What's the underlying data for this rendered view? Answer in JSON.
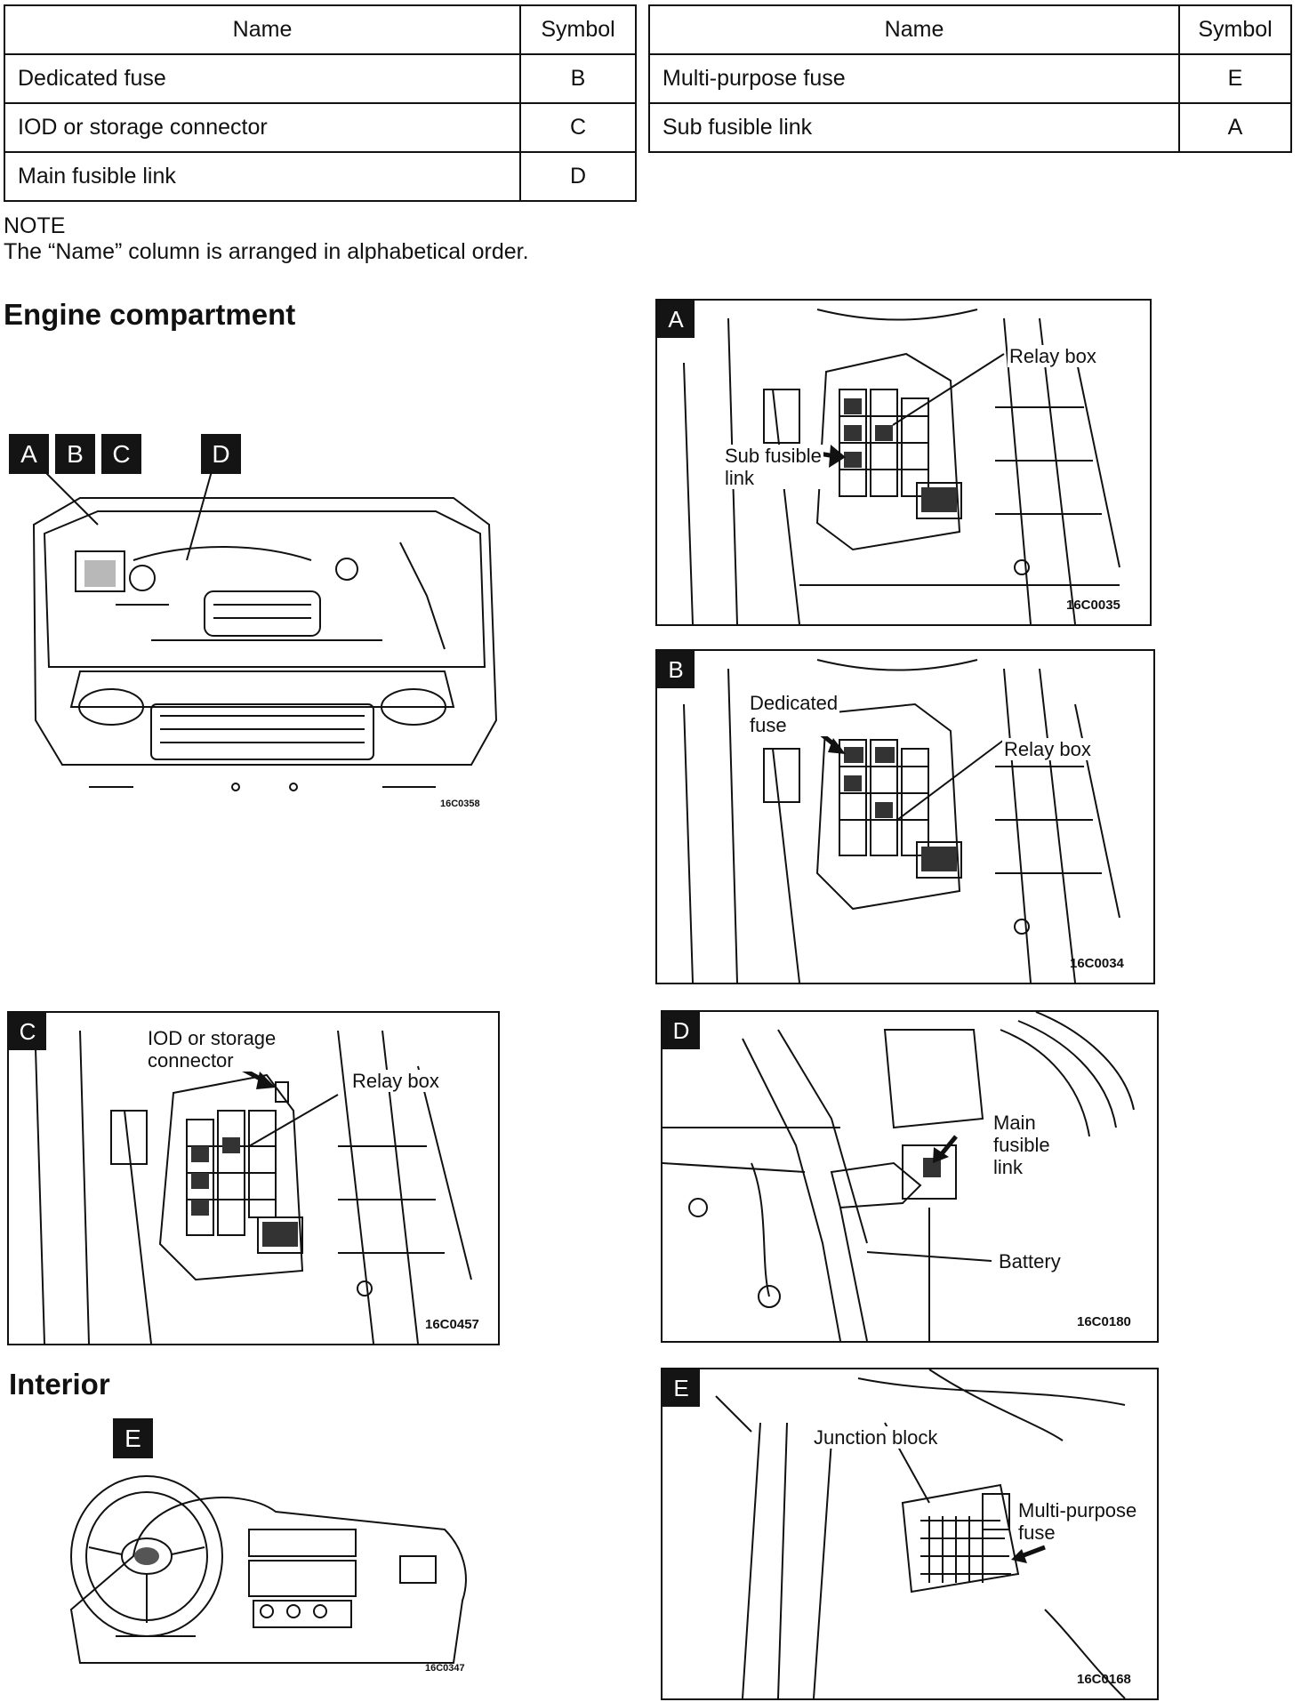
{
  "table": {
    "header": {
      "name": "Name",
      "symbol": "Symbol"
    },
    "left_rows": [
      {
        "name": "Dedicated fuse",
        "symbol": "B"
      },
      {
        "name": "IOD or storage connector",
        "symbol": "C"
      },
      {
        "name": "Main fusible link",
        "symbol": "D"
      }
    ],
    "right_rows": [
      {
        "name": "Multi-purpose fuse",
        "symbol": "E"
      },
      {
        "name": "Sub fusible link",
        "symbol": "A"
      }
    ]
  },
  "note": {
    "title": "NOTE",
    "text": "The “Name” column is arranged in alphabetical order."
  },
  "engine_section": {
    "heading": "Engine compartment",
    "badges": [
      "A",
      "B",
      "C",
      "D"
    ],
    "code": "16C0358"
  },
  "interior_section": {
    "heading": "Interior",
    "badge": "E",
    "code": "16C0347"
  },
  "panels": {
    "A": {
      "label": "A",
      "callout_1": "Relay box",
      "callout_2": "Sub fusible\nlink",
      "code": "16C0035"
    },
    "B": {
      "label": "B",
      "callout_1": "Dedicated\nfuse",
      "callout_2": "Relay box",
      "code": "16C0034"
    },
    "C": {
      "label": "C",
      "callout_1": "IOD or storage\nconnector",
      "callout_2": "Relay box",
      "code": "16C0457"
    },
    "D": {
      "label": "D",
      "callout_1": "Main\nfusible\nlink",
      "callout_2": "Battery",
      "code": "16C0180"
    },
    "E": {
      "label": "E",
      "callout_1": "Junction block",
      "callout_2": "Multi-purpose\nfuse",
      "code": "16C0168"
    }
  }
}
